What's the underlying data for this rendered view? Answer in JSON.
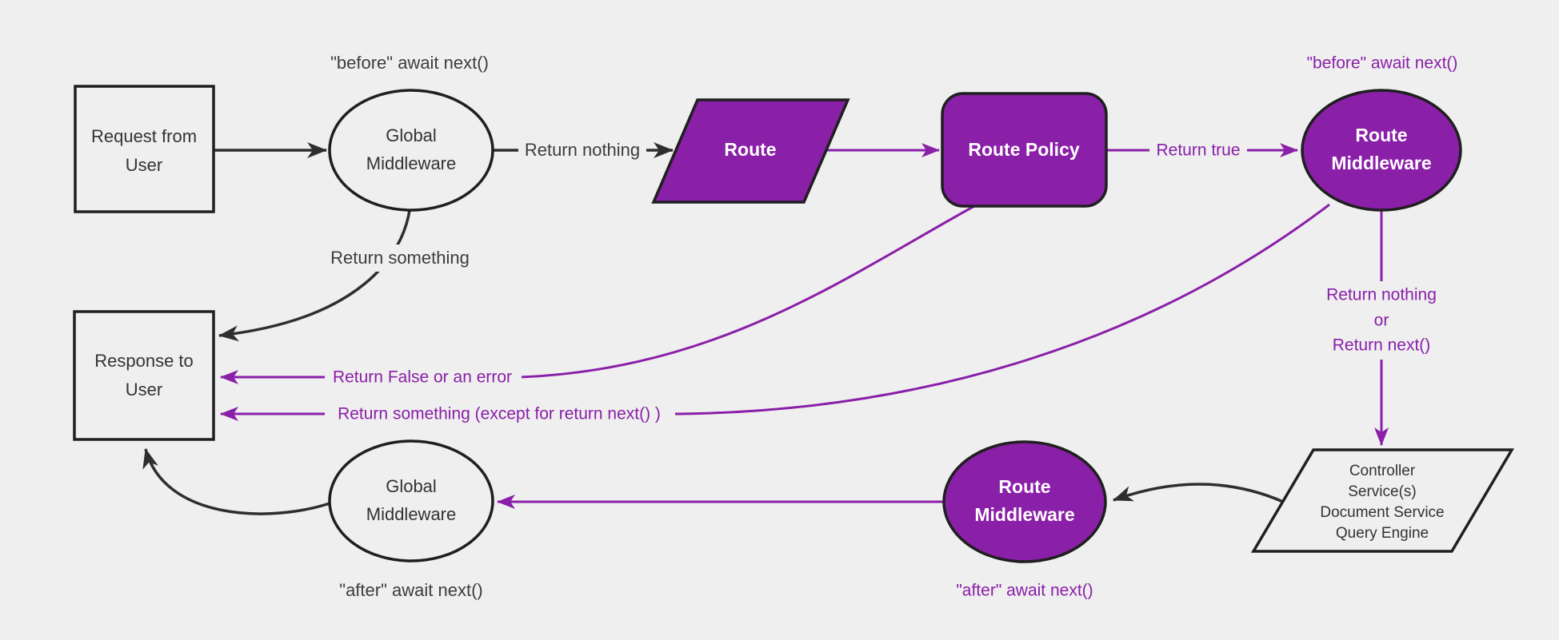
{
  "diagram": {
    "colors": {
      "background": "#efefef",
      "purple_fill": "#8a1fa8",
      "purple_line": "#8a1fa8",
      "black_line": "#2e2e2e",
      "dark_text": "#333333",
      "white_text": "#ffffff",
      "shape_border": "#1f1f1f"
    },
    "nodes": {
      "request_from_user": {
        "line1": "Request from",
        "line2": "User",
        "shape": "rectangle"
      },
      "global_middleware_top": {
        "line1": "Global",
        "line2": "Middleware",
        "shape": "ellipse"
      },
      "route": {
        "label": "Route",
        "shape": "parallelogram"
      },
      "route_policy": {
        "label": "Route Policy",
        "shape": "rounded-rectangle"
      },
      "route_middleware_top": {
        "line1": "Route",
        "line2": "Middleware",
        "shape": "ellipse"
      },
      "controller_stack": {
        "line1": "Controller",
        "line2": "Service(s)",
        "line3": "Document Service",
        "line4": "Query Engine",
        "shape": "parallelogram"
      },
      "route_middleware_bottom": {
        "line1": "Route",
        "line2": "Middleware",
        "shape": "ellipse"
      },
      "global_middleware_bottom": {
        "line1": "Global",
        "line2": "Middleware",
        "shape": "ellipse"
      },
      "response_to_user": {
        "line1": "Response to",
        "line2": "User",
        "shape": "rectangle"
      }
    },
    "labels": {
      "before_await_next_top": "\"before\" await next()",
      "before_await_next_right": "\"before\" await next()",
      "return_nothing": "Return nothing",
      "return_true": "Return true",
      "return_nothing_or_line1": "Return nothing",
      "return_nothing_or_line2": "or",
      "return_nothing_or_line3": "Return next()",
      "return_something": "Return something",
      "return_false_or_error": "Return False or an error",
      "return_something_except": "Return something (except for return next() )",
      "after_await_next_left": "\"after\" await next()",
      "after_await_next_right": "\"after\" await next()"
    }
  }
}
